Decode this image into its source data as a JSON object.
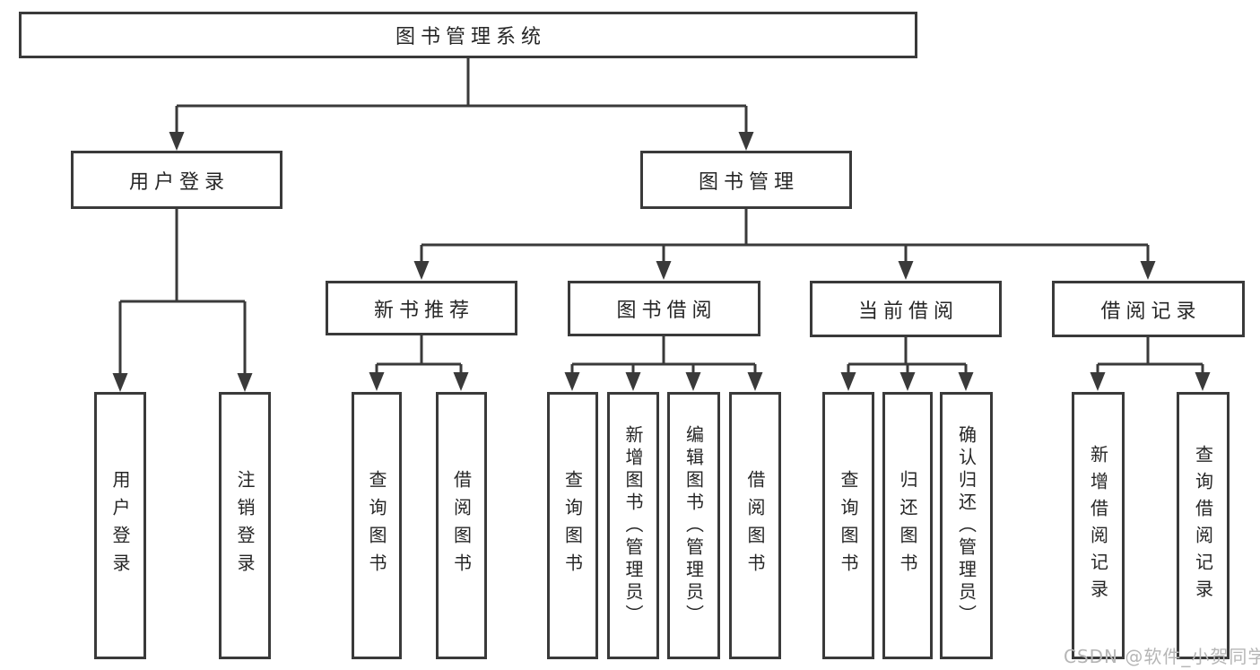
{
  "diagram_type": "hierarchy-tree",
  "nodes": {
    "root": "图书管理系统",
    "user_login": "用户登录",
    "book_management": "图书管理",
    "new_book_recommend": "新书推荐",
    "book_borrow": "图书借阅",
    "current_borrow": "当前借阅",
    "borrow_record": "借阅记录",
    "leaf_user_login": "用户登录",
    "leaf_logout": "注销登录",
    "leaf_nb_query_book": "查询图书",
    "leaf_nb_borrow_book": "借阅图书",
    "leaf_bb_query_book": "查询图书",
    "leaf_bb_add_book": "新增图书（管理员）",
    "leaf_bb_edit_book": "编辑图书（管理员）",
    "leaf_bb_borrow_book": "借阅图书",
    "leaf_cb_query_book": "查询图书",
    "leaf_cb_return_book": "归还图书",
    "leaf_cb_confirm_return": "确认归还（管理员）",
    "leaf_br_add_record": "新增借阅记录",
    "leaf_br_query_record": "查询借阅记录"
  },
  "watermark": "CSDN @软件_小贺同学",
  "colors": {
    "line": "#3a3a3a",
    "text": "#262626",
    "background": "#ffffff",
    "watermark": "#b6b6b6"
  }
}
